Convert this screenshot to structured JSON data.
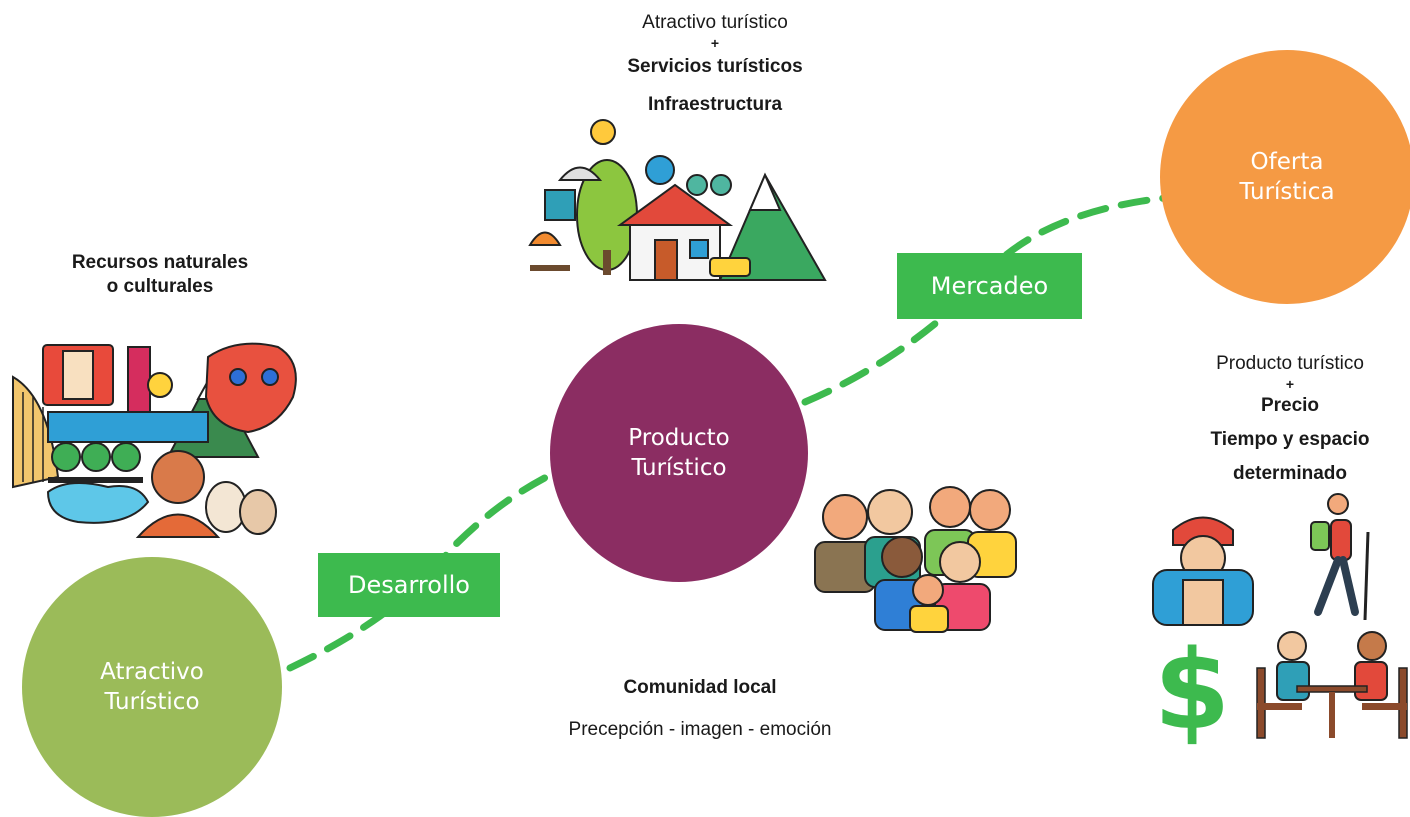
{
  "colors": {
    "atractivo": "#9bbb59",
    "producto": "#8b2d62",
    "oferta": "#f59a44",
    "tag": "#3dba4e",
    "dash": "#3dba4e"
  },
  "nodes": {
    "atractivo": {
      "line1": "Atractivo",
      "line2": "Turístico"
    },
    "producto": {
      "line1": "Producto",
      "line2": "Turístico"
    },
    "oferta": {
      "line1": "Oferta",
      "line2": "Turística"
    }
  },
  "tags": {
    "desarrollo": "Desarrollo",
    "mercadeo": "Mercadeo"
  },
  "top_formula": {
    "line1": "Atractivo turístico",
    "plus": "+",
    "line2": "Servicios turísticos",
    "line3": "Infraestructura"
  },
  "recursos": {
    "line1": "Recursos naturales",
    "line2": "o culturales"
  },
  "right_formula": {
    "line1": "Producto turístico",
    "plus": "+",
    "line2": "Precio",
    "line3": "Tiempo y espacio",
    "line4": "determinado"
  },
  "comunidad": {
    "title": "Comunidad local",
    "subtitle": "Precepción - imagen - emoción"
  },
  "icons": [
    "cultural-resources-icon",
    "infrastructure-icon",
    "family-icon",
    "tourist-icon",
    "hiker-icon",
    "dollar-icon",
    "dining-icon"
  ]
}
